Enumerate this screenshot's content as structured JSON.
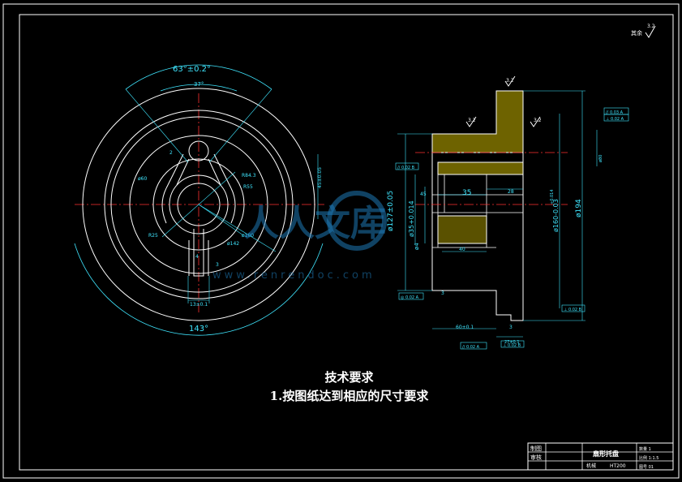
{
  "colors": {
    "background": "#000000",
    "outline": "#ffffff",
    "dimension": "#3fe6ff",
    "centerline": "#ff3030",
    "hatch": "#c8b400",
    "watermark": "#1e78b4"
  },
  "front_view": {
    "angle_top": "63°±0.2°",
    "angle_inner": "37°",
    "angle_bottom": "143°",
    "radius_r843": "R84.3",
    "radius_r55": "R55",
    "radius_r25": "R25",
    "diameter_60": "ø60",
    "diameter_ox": "ø100",
    "diameter_ox2": "ø142",
    "slot_width": "4",
    "slot_width2": "3",
    "slot_bottom": "13±0.1",
    "small_2": "2",
    "side_dim": "45±0.05"
  },
  "section_view": {
    "roughness_top": "3.2",
    "roughness_mid": "3.2",
    "roughness_corner": "3.2",
    "tol_frame_1": "// 0.03 A",
    "tol_frame_2": "⊥ 0.02 A",
    "tol_left": "// 0.02 B",
    "dim_d127": "ø127±0.05",
    "dim_d35": "ø35+0.014",
    "dim_45": "45",
    "dim_35": "35",
    "dim_28": "28",
    "dim_d160": "ø160-0.03",
    "dim_d160_tol": "+0.014",
    "dim_d194": "ø194",
    "dim_d4": "ø4",
    "dim_40": "40",
    "dim_60": "60±0.1",
    "dim_3": "3",
    "dim_3b": "3",
    "dim_27": "27±0.1",
    "dim_right": "ø80",
    "frame_bottom_1": "// 0.02 A",
    "frame_bottom_2": "⊥ 0.02 B",
    "frame_low_left": "◎ 0.02 A",
    "frame_low_right": "⊥ 0.02 B"
  },
  "corner_symbol": "其余",
  "corner_value": "3.2",
  "requirements": {
    "title": "技术要求",
    "line1": "1.按图纸达到相应的尺寸要求"
  },
  "title_block": {
    "cell_design": "制图",
    "cell_check": "审核",
    "part_name": "扇形托盘",
    "material": "HT200",
    "school": "机械",
    "quantity": "数量 1",
    "scale": "比例 1:1.5",
    "sheet": "图号 01"
  },
  "watermark": {
    "text": "www.renrendoc.com",
    "brand": "人人文库"
  }
}
